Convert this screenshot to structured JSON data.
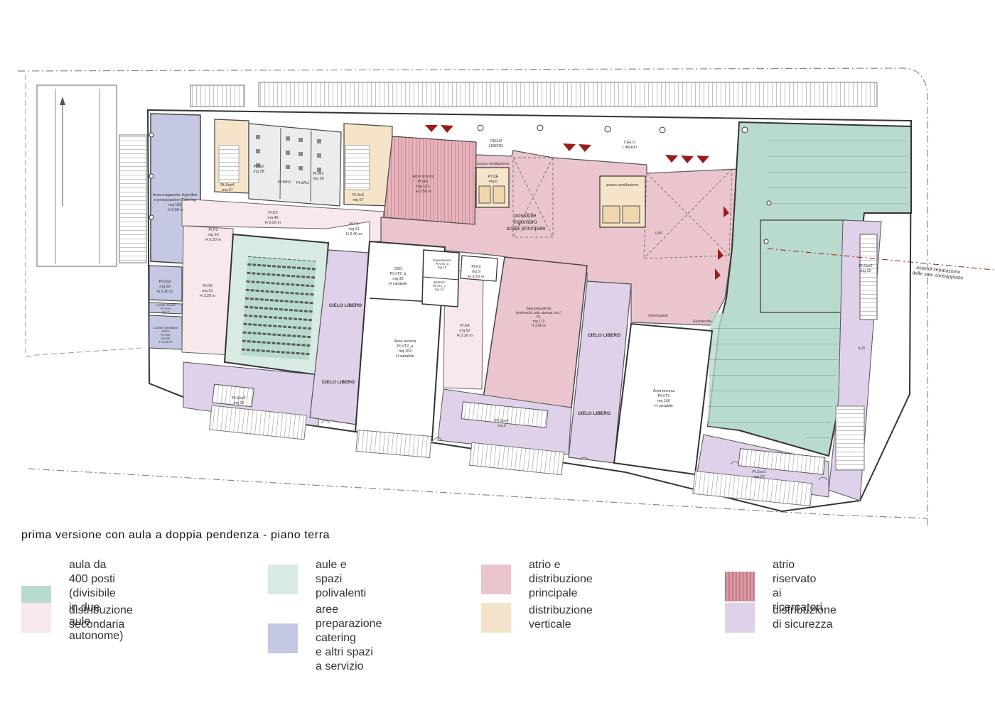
{
  "caption": "prima versione con aula a doppia pendenza - piano terra",
  "colors": {
    "aula_400": "#b9dbcd",
    "aule_polivalenti": "#d8ebe2",
    "atrio_principale": "#ebc5cd",
    "atrio_ricercatori": "#d89aa4",
    "distribuzione_secondaria": "#f8e8ec",
    "catering_servizi": "#c4c8e2",
    "distribuzione_verticale": "#f5e4c9",
    "distribuzione_sicurezza": "#e0d1ea",
    "walls": "#444444",
    "emergency_red": "#9b1b1b"
  },
  "legend": [
    {
      "color": "#b9dbcd",
      "label": "aula da 400 posti\n(divisibile in due aule autonome)"
    },
    {
      "color": "#d8ebe2",
      "label": "aule e spazi polivalenti"
    },
    {
      "color": "#ebc5cd",
      "label": "atrio e distribuzione principale"
    },
    {
      "color": "#d89aa4",
      "label": "atrio riservato ai ricercatori",
      "hatched": true
    },
    {
      "color": "#f8e8ec",
      "label": "distribuzione secondaria"
    },
    {
      "color": "#c4c8e2",
      "label": "aree preparazione catering\ne altri spazi a servizio"
    },
    {
      "color": "#f5e4c9",
      "label": "distribuzione verticale"
    },
    {
      "color": "#e0d1ea",
      "label": "distribuzione di sicurezza"
    }
  ],
  "rooms": {
    "catering": {
      "name": "Area magazzini, frigoriferi\ne preparazione Catering",
      "mq": "mq 105",
      "h": "H 3.50 m"
    },
    "sce4": {
      "name": "Pt.Sce4",
      "mq": "mq 27"
    },
    "w2": {
      "name": "Pt.W2",
      "mq": "mq 38"
    },
    "wh2": {
      "name": "Pt.Wh2"
    },
    "wh1": {
      "name": "Pt.Wh1"
    },
    "w1": {
      "name": "Pt.W1",
      "mq": "mq 36"
    },
    "sc2": {
      "name": "Pt.Sc2",
      "mq": "mq 57"
    },
    "hr1": {
      "name": "Atrio ricerca\nPt.Hr1",
      "mq": "mq 101",
      "h": "H 3.50 m"
    },
    "qe": {
      "name": "Pt.QE",
      "mq": "mq 6"
    },
    "pozzo1": {
      "name": "pozzo ventilazione"
    },
    "pozzo2": {
      "name": "pozzo ventilazione"
    },
    "cielo_top1": {
      "name": "CIELO\nLIBERO"
    },
    "cielo_top2": {
      "name": "CIELO\nLIBERO"
    },
    "ingombro": {
      "name": "possibile\ningombro\nscala principale"
    },
    "k2": {
      "name": "Pt.K2",
      "mq": "mq 45",
      "h": "H 3.20 m"
    },
    "f3": {
      "name": "Pt.F3",
      "mq": "mq 10",
      "h": "H 3.20 m"
    },
    "f4": {
      "name": "Pt.F4",
      "mq": "mq 21",
      "h": "H 3.40 m"
    },
    "k5": {
      "name": "Pt.K5",
      "mq": "mq 51",
      "h": "H 3.20 m"
    },
    "da3": {
      "name": "Pt.Da3",
      "mq": "mq 20",
      "h": "H 3.20 m"
    },
    "acm": {
      "name": "Locale misure\nPt.Acm",
      "mq": "mq 7"
    },
    "ace": {
      "name": "Locale consegna\nACEA\nPt.Ace",
      "mq": "mq 16",
      "h": "H 4.40 m"
    },
    "ced": {
      "name": "CED\nPt.VT2_b",
      "mq": "mq 39",
      "h": "H variabile"
    },
    "vt2d": {
      "name": "Supervisione\nPt.VT2_d",
      "mq": "mq 10"
    },
    "vt2c": {
      "name": "Batterie\nPt.VT2_c",
      "mq": "mq 14"
    },
    "vt2a": {
      "name": "Area tecnica\nPt.VT2_a",
      "mq": "mq 153",
      "h": "H variabile"
    },
    "f2": {
      "name": "Pt.F2",
      "mq": "mq 9",
      "h": "H 3.20 m"
    },
    "k4": {
      "name": "Pt.K4",
      "mq": "mq 52",
      "h": "H 3.20 m"
    },
    "sala": {
      "name": "Sala polivalente\n(rinfreschi, sala stampa, etc.)\nPt.",
      "mq": "mq 173",
      "h": "H 3.60 m"
    },
    "vt1": {
      "name": "Area tecnica\nPt.VT1",
      "mq": "mq 166",
      "h": "H variabile"
    },
    "info": {
      "name": "Informazioni"
    },
    "guard": {
      "name": "Guardaroba"
    },
    "cl1": {
      "name": "CIELO LIBERO"
    },
    "cl2": {
      "name": "CIELO LIBERO"
    },
    "cl3": {
      "name": "CIELO LIBERO"
    },
    "cl4": {
      "name": "CIELO LIBERO"
    },
    "sce3": {
      "name": "Pt.Sce3",
      "mq": "mq 20"
    },
    "sce5": {
      "name": "Pt.Sce5",
      "mq": "mq 2"
    },
    "sce1": {
      "name": "Pt.Sce1",
      "mq": "mq 20"
    },
    "sce6": {
      "name": "Pt.Sce6",
      "mq": "mq 22"
    },
    "axis": {
      "name": "asse di separazione\ndelle sale contrapposte"
    },
    "lvl1": {
      "name": "0,00"
    },
    "lvl2": {
      "name": "0,00"
    }
  }
}
